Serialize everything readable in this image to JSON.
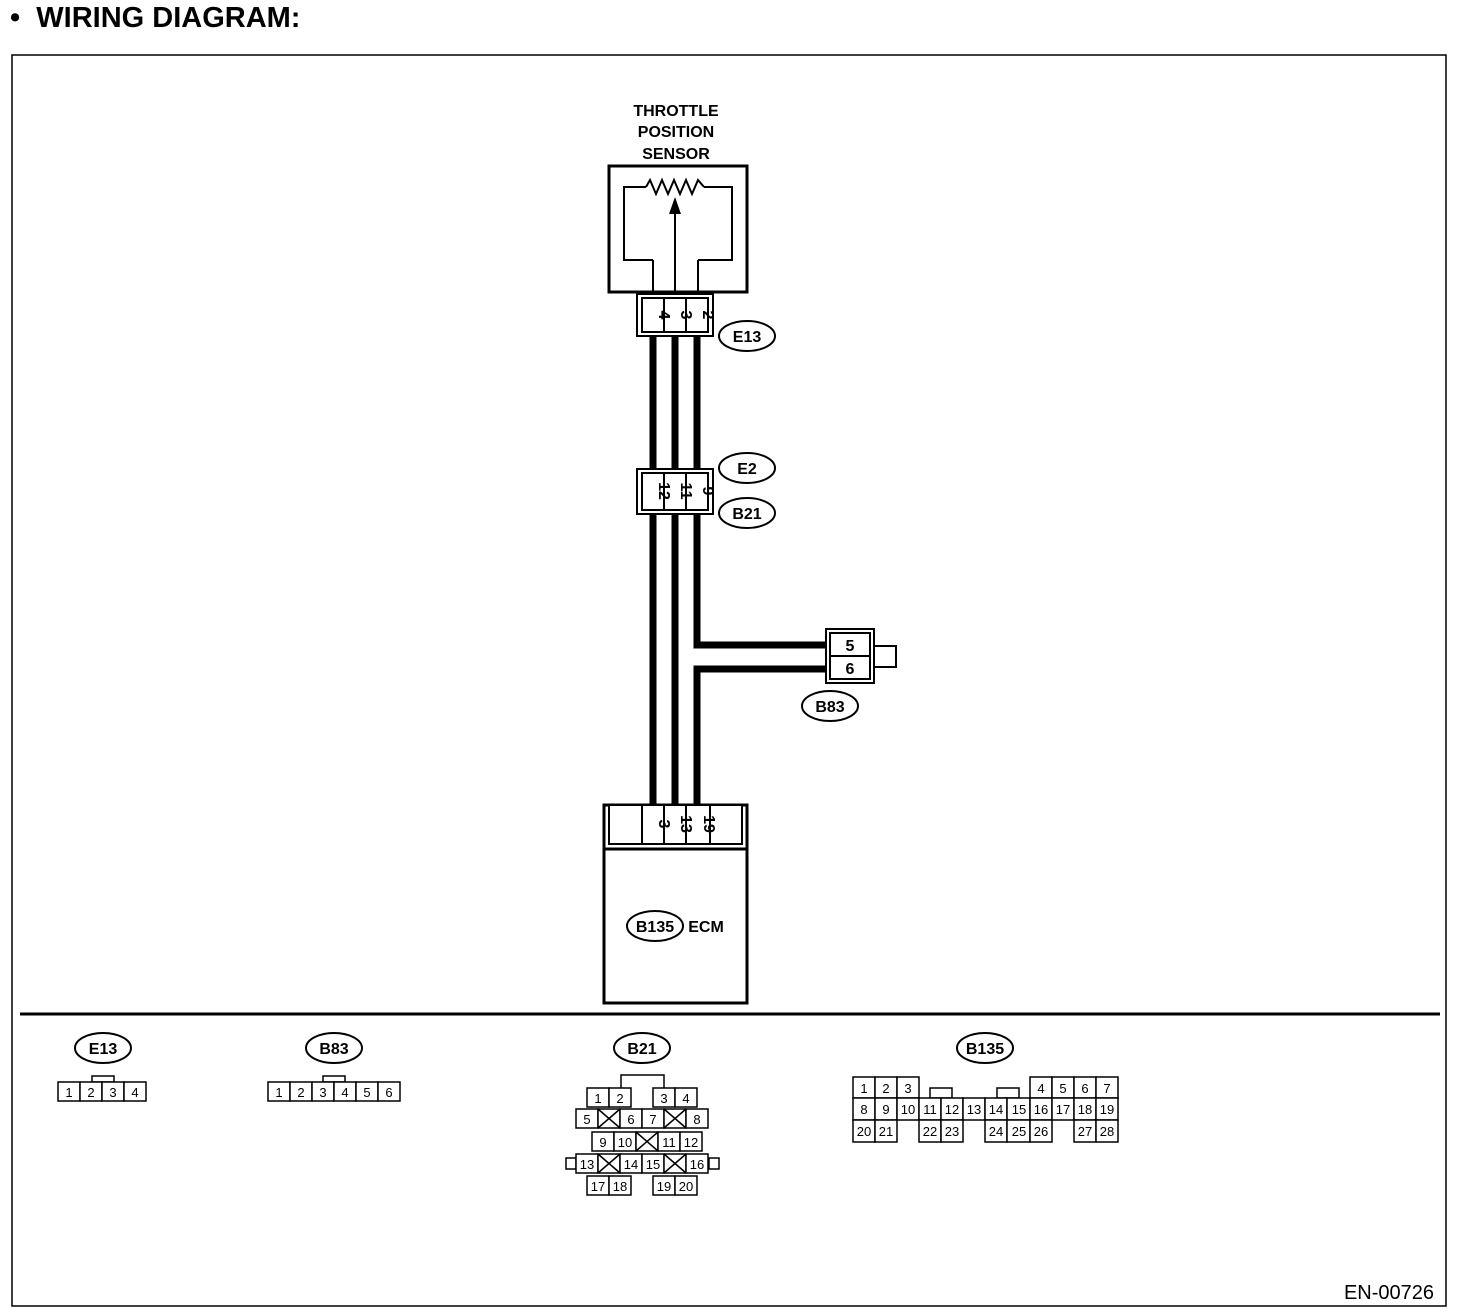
{
  "page": {
    "title": "WIRING DIAGRAM:",
    "bullet": "•",
    "figure_id": "EN-00726"
  },
  "sensor": {
    "label_line1": "THROTTLE",
    "label_line2": "POSITION",
    "label_line3": "SENSOR",
    "connector": "E13",
    "pins": [
      "4",
      "3",
      "2"
    ]
  },
  "joint": {
    "connector_top": "E2",
    "connector_bottom": "B21",
    "pins": [
      "12",
      "11",
      "9"
    ]
  },
  "branch": {
    "connector": "B83",
    "pins": [
      "5",
      "6"
    ]
  },
  "ecm": {
    "connector": "B135",
    "label": "ECM",
    "pins": [
      "3",
      "13",
      "19"
    ]
  },
  "legend": {
    "e13": {
      "name": "E13",
      "pins": [
        "1",
        "2",
        "3",
        "4"
      ]
    },
    "b83": {
      "name": "B83",
      "pins": [
        "1",
        "2",
        "3",
        "4",
        "5",
        "6"
      ]
    },
    "b21": {
      "name": "B21",
      "pins": [
        "1",
        "2",
        "3",
        "4",
        "5",
        "6",
        "7",
        "8",
        "9",
        "10",
        "11",
        "12",
        "13",
        "14",
        "15",
        "16",
        "17",
        "18",
        "19",
        "20"
      ]
    },
    "b135": {
      "name": "B135",
      "pins": [
        "1",
        "2",
        "3",
        "4",
        "5",
        "6",
        "7",
        "8",
        "9",
        "10",
        "11",
        "12",
        "13",
        "14",
        "15",
        "16",
        "17",
        "18",
        "19",
        "20",
        "21",
        "22",
        "23",
        "24",
        "25",
        "26",
        "27",
        "28"
      ]
    }
  }
}
